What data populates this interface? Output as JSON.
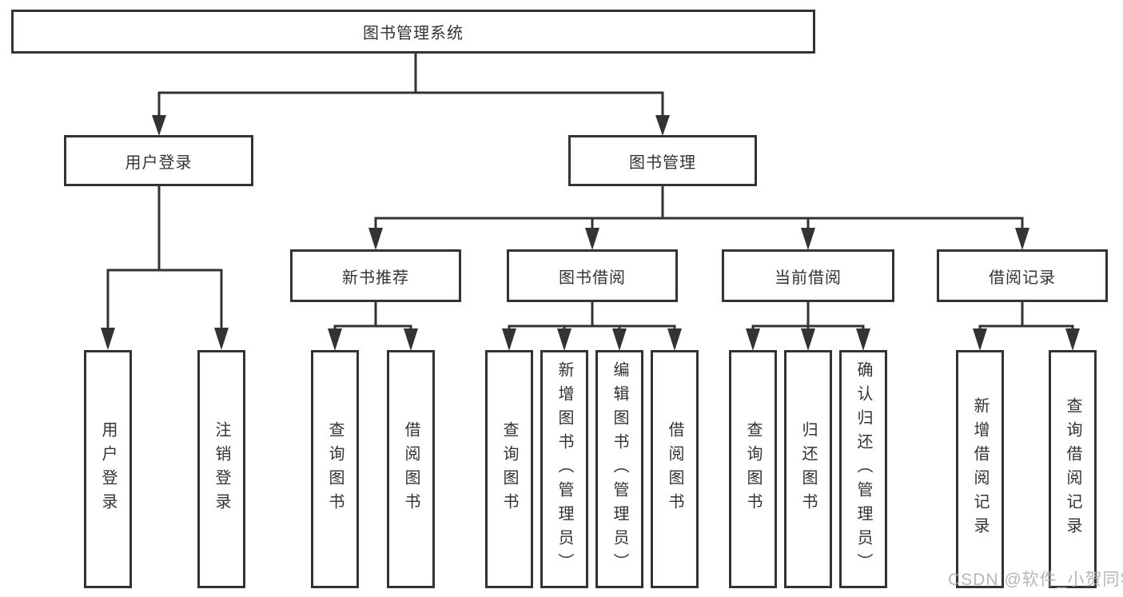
{
  "diagram": {
    "root": {
      "label": "图书管理系统"
    },
    "branches": [
      {
        "label": "用户登录",
        "children": [
          {
            "label": "用户登录"
          },
          {
            "label": "注销登录"
          }
        ]
      },
      {
        "label": "图书管理",
        "children": [
          {
            "label": "新书推荐",
            "children": [
              {
                "label": "查询图书"
              },
              {
                "label": "借阅图书"
              }
            ]
          },
          {
            "label": "图书借阅",
            "children": [
              {
                "label": "查询图书"
              },
              {
                "label": "新增图书（管理员）"
              },
              {
                "label": "编辑图书（管理员）"
              },
              {
                "label": "借阅图书"
              }
            ]
          },
          {
            "label": "当前借阅",
            "children": [
              {
                "label": "查询图书"
              },
              {
                "label": "归还图书"
              },
              {
                "label": "确认归还（管理员）"
              }
            ]
          },
          {
            "label": "借阅记录",
            "children": [
              {
                "label": "新增借阅记录"
              },
              {
                "label": "查询借阅记录"
              }
            ]
          }
        ]
      }
    ]
  },
  "watermark": {
    "text": "CSDN @软件_小贺同学"
  },
  "colors": {
    "line": "#333333",
    "border": "#333333",
    "text": "#333333",
    "background": "#ffffff",
    "watermark": "#ababab"
  }
}
